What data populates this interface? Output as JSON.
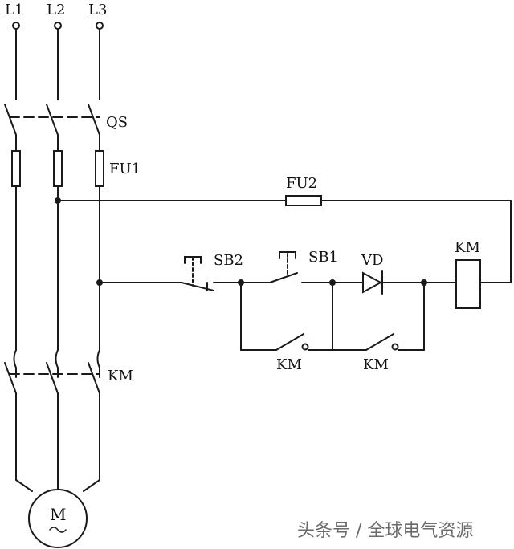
{
  "labels": {
    "l1": "L1",
    "l2": "L2",
    "l3": "L3",
    "qs": "QS",
    "fu1": "FU1",
    "fu2": "FU2",
    "sb2": "SB2",
    "sb1": "SB1",
    "vd": "VD",
    "km_coil": "KM",
    "km_main": "KM",
    "km_aux1": "KM",
    "km_aux2": "KM",
    "motor": "M",
    "motor_ac": "~"
  },
  "watermark": "头条号 / 全球电气资源",
  "colors": {
    "line": "#1a1a1a",
    "watermark": "#6b6b6b"
  }
}
